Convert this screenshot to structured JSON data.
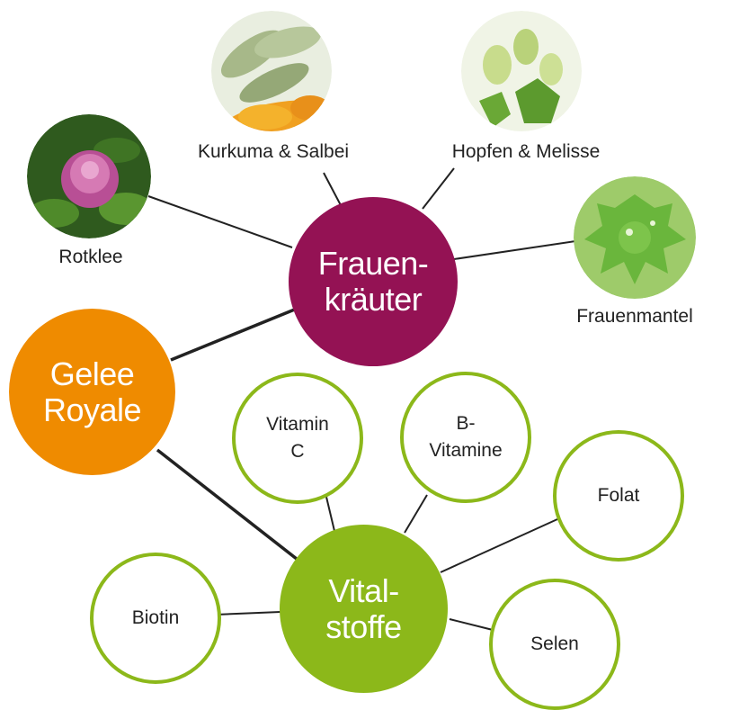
{
  "colors": {
    "frauen": "#941254",
    "gelee": "#ef8b00",
    "vital": "#8cb81a",
    "ring": "#8cb81a",
    "line": "#222222"
  },
  "hubs": {
    "frauen": "Frauen-\nkräuter",
    "gelee": "Gelee\nRoyale",
    "vital": "Vital-\nstoffe"
  },
  "herbs": {
    "kurkuma": "Kurkuma & Salbei",
    "hopfen": "Hopfen & Melisse",
    "rotklee": "Rotklee",
    "frauenmantel": "Frauenmantel"
  },
  "nutrients": {
    "vitamin_c": "Vitamin\nC",
    "b_vitamine": "B-\nVitamine",
    "folat": "Folat",
    "biotin": "Biotin",
    "selen": "Selen"
  }
}
